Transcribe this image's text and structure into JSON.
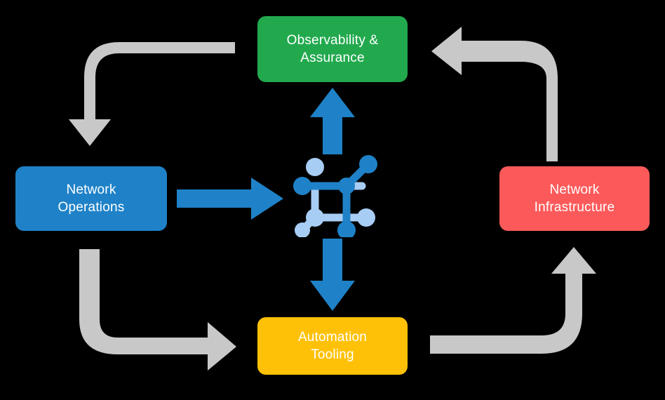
{
  "diagram": {
    "title": "Network automation lifecycle cycle diagram",
    "background_color": "#000000",
    "center": {
      "icon": "network-topology-icon",
      "node_color_primary": "#1f82c8",
      "node_color_secondary": "#a8cdf5"
    },
    "boxes": [
      {
        "id": "observability",
        "label": "Observability &\nAssurance",
        "color": "#22a94e",
        "position": "top"
      },
      {
        "id": "operations",
        "label": "Network\nOperations",
        "color": "#1f82c8",
        "position": "left"
      },
      {
        "id": "infrastructure",
        "label": "Network\nInfrastructure",
        "color": "#fc5a5a",
        "position": "right"
      },
      {
        "id": "automation",
        "label": "Automation\nTooling",
        "color": "#ffc107",
        "position": "bottom"
      }
    ],
    "arrows": {
      "blue_color": "#1f82c8",
      "gray_color": "#c8c8c8",
      "blue": [
        {
          "id": "center-to-observability",
          "direction": "up"
        },
        {
          "id": "operations-to-center",
          "direction": "right"
        },
        {
          "id": "center-to-automation",
          "direction": "down"
        }
      ],
      "gray": [
        {
          "id": "observability-to-operations",
          "direction": "down-left-elbow"
        },
        {
          "id": "infrastructure-to-observability",
          "direction": "up-left-elbow"
        },
        {
          "id": "operations-to-automation",
          "direction": "down-right-elbow"
        },
        {
          "id": "automation-to-infrastructure",
          "direction": "right-up-elbow"
        }
      ]
    }
  }
}
